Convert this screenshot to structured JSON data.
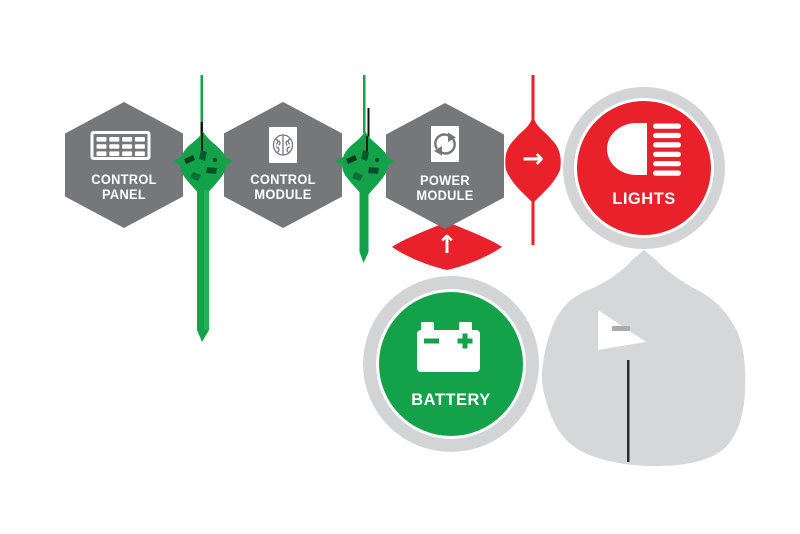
{
  "diagram": {
    "title_hint": "vehicle lighting system flow",
    "colors": {
      "hexagon_gray": "#76777a",
      "ring_gray": "#d2d4d6",
      "ghost_gray": "#d6d7d9",
      "green": "#13a24a",
      "red": "#e8212b",
      "white": "#ffffff"
    },
    "nodes": {
      "control_panel": {
        "shape": "hexagon",
        "color": "#76777a",
        "icon": "keypad-grid",
        "label_line1": "CONTROL",
        "label_line2": "PANEL"
      },
      "control_module": {
        "shape": "hexagon",
        "color": "#76777a",
        "icon": "brain-chip",
        "label_line1": "CONTROL",
        "label_line2": "MODULE"
      },
      "power_module": {
        "shape": "hexagon",
        "color": "#76777a",
        "icon": "sync-arrows",
        "label_line1": "POWER",
        "label_line2": "MODULE"
      },
      "lights": {
        "shape": "circle",
        "color": "#e8212b",
        "icon": "headlight-beams",
        "label": "LIGHTS"
      },
      "battery": {
        "shape": "circle",
        "color": "#13a24a",
        "icon": "car-battery",
        "label": "BATTERY"
      }
    },
    "connectors": [
      {
        "from": "control_panel",
        "to": "control_module",
        "color": "green",
        "style": "organic-blob-with-streaks"
      },
      {
        "from": "control_module",
        "to": "power_module",
        "color": "green",
        "style": "organic-blob-with-streaks"
      },
      {
        "from": "power_module",
        "to": "lights",
        "color": "red",
        "style": "lens-blob",
        "glyph": "→"
      },
      {
        "from": "battery",
        "to": "power_module",
        "color": "red",
        "style": "wide-diamond",
        "glyph": "↑"
      }
    ],
    "arrows": {
      "power_to_lights": {
        "glyph": "→"
      },
      "battery_to_power": {
        "glyph": "↑"
      }
    }
  }
}
